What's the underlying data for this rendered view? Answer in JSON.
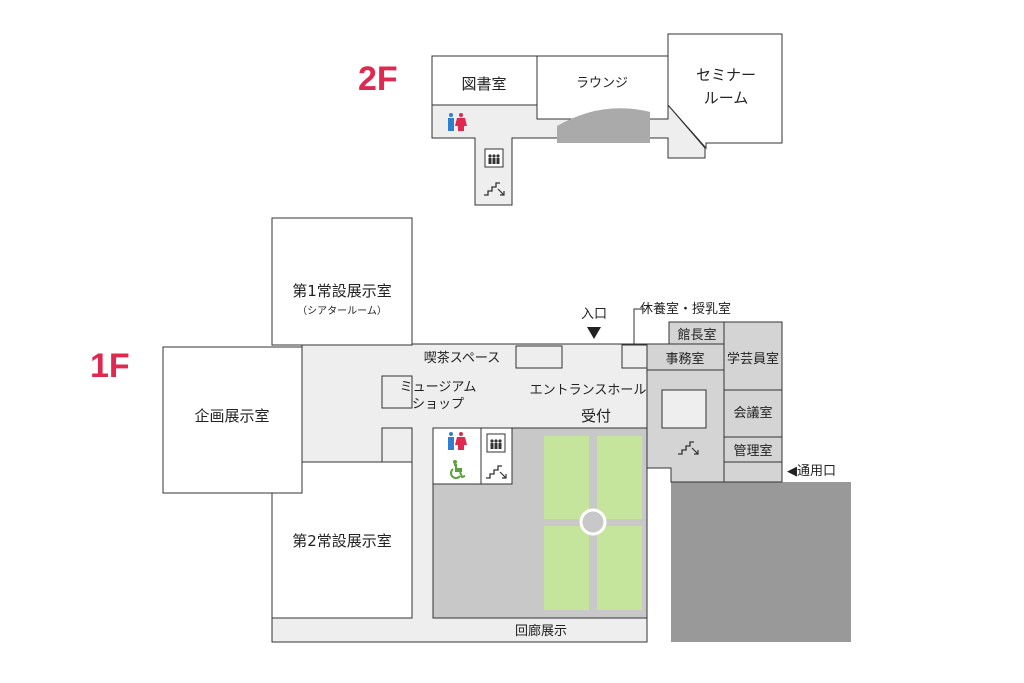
{
  "colors": {
    "floor_accent": "#e0294f",
    "corridor": "#eeeeee",
    "office": "#d4d4d4",
    "dark_block": "#999999",
    "courtyard": "#c8c8c8",
    "lawn": "#c6e59c",
    "male": "#2f7fd0",
    "female": "#e0294f",
    "accessible": "#5aa13a"
  },
  "floors": {
    "f2": {
      "label": "2F",
      "rooms": {
        "library": "図書室",
        "lounge": "ラウンジ",
        "seminar_line1": "セミナー",
        "seminar_line2": "ルーム"
      },
      "icons": [
        "restroom-icon",
        "elevator-icon",
        "stairs-icon"
      ]
    },
    "f1": {
      "label": "1F",
      "rooms": {
        "permanent1_line1": "第1常設展示室",
        "permanent1_line2": "（シアタールーム）",
        "permanent2": "第2常設展示室",
        "special": "企画展示室",
        "cafe": "喫茶スペース",
        "shop_line1": "ミュージアム",
        "shop_line2": "ショップ",
        "hall": "エントランスホール",
        "reception": "受付",
        "corridor": "回廊展示",
        "director": "館長室",
        "office": "事務室",
        "curator": "学芸員室",
        "meeting": "会議室",
        "management": "管理室"
      },
      "callouts": {
        "entrance": "入口",
        "nursing": "休養室・授乳室",
        "service_entrance": "◀通用口"
      },
      "icons": [
        "restroom-icon",
        "accessible-restroom-icon",
        "elevator-icon",
        "stairs-icon"
      ]
    }
  }
}
